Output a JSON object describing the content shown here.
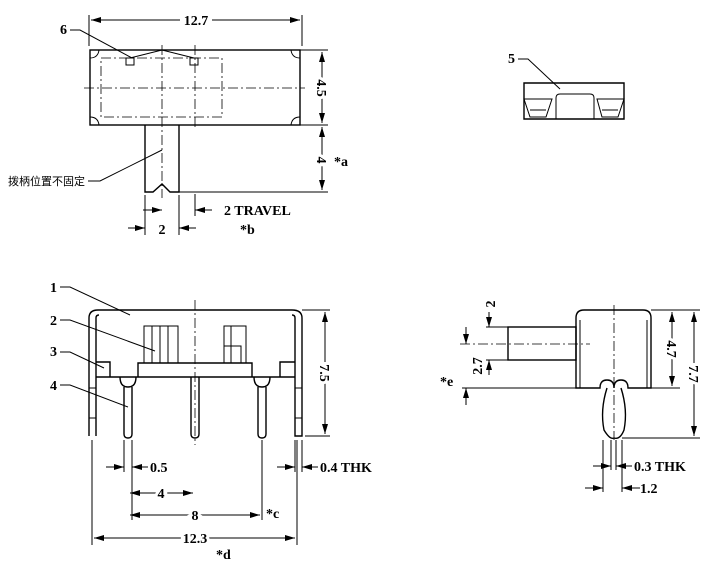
{
  "top_view": {
    "width_dim": "12.7",
    "height_dim": "4.5",
    "handle_dim": "4",
    "handle_note": "*a",
    "part_label": "6",
    "handle_note_cn": "拨柄位置不固定",
    "handle_width": "2",
    "travel": "2 TRAVEL",
    "travel_note": "*b"
  },
  "end_view": {
    "part_label": "5"
  },
  "front_view": {
    "labels": [
      "1",
      "2",
      "3",
      "4"
    ],
    "height_dim": "7.5",
    "pin_width": "0.5",
    "pitch": "4",
    "span": "8",
    "span_note": "*c",
    "total": "12.3",
    "total_note": "*d",
    "leg_thk": "0.4  THK"
  },
  "side_view": {
    "shaft_dim": "2",
    "shaft_pos": "2.7",
    "note": "*e",
    "body_h": "4.7",
    "total_h": "7.7",
    "pin_thk": "0.3  THK",
    "pin_w": "1.2"
  }
}
